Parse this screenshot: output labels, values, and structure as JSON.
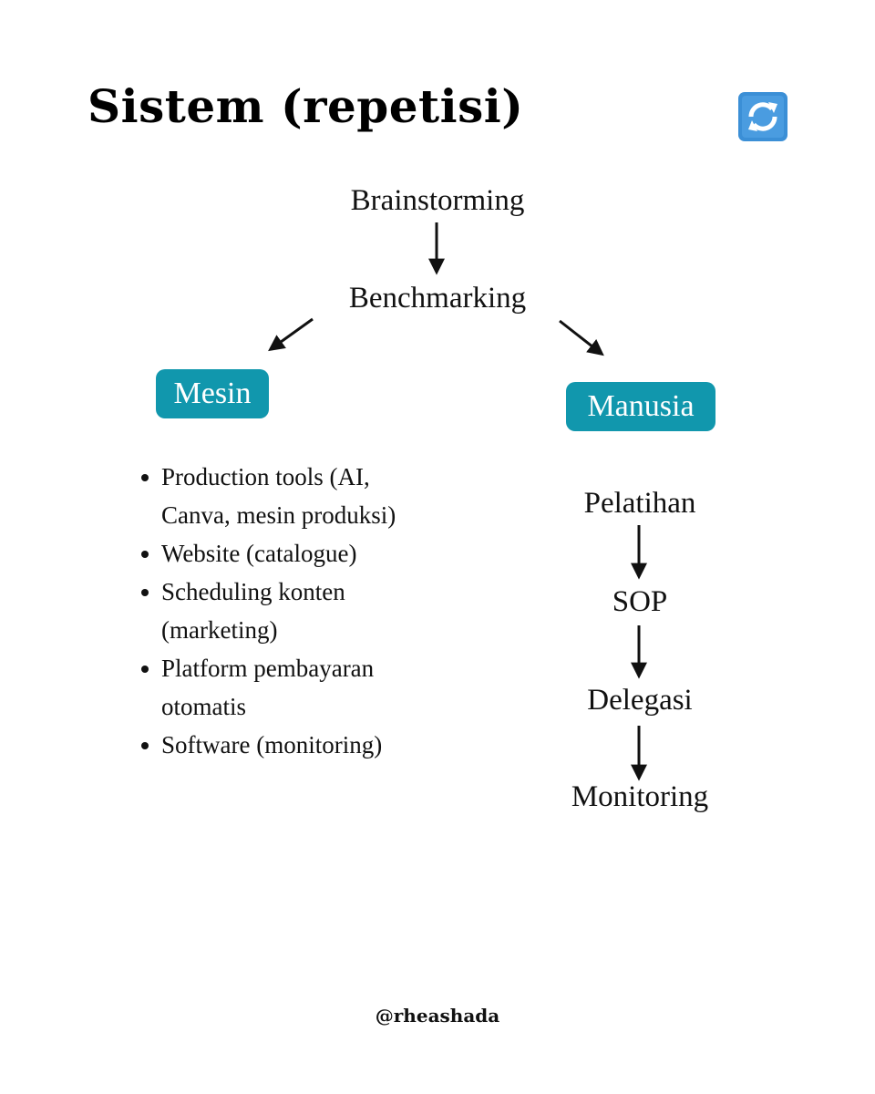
{
  "title": "Sistem (repetisi)",
  "icons": {
    "top_right": "refresh-icon"
  },
  "colors": {
    "accent": "#1197ad",
    "icon_blue": "#3b8fd6"
  },
  "flow": {
    "start": "Brainstorming",
    "second": "Benchmarking",
    "branches": {
      "left": "Mesin",
      "right": "Manusia"
    }
  },
  "mesin_items": [
    "Production tools (AI, Canva, mesin produksi)",
    "Website (catalogue)",
    "Scheduling konten (marketing)",
    "Platform pembayaran otomatis",
    "Software (monitoring)"
  ],
  "manusia_steps": [
    "Pelatihan",
    "SOP",
    "Delegasi",
    "Monitoring"
  ],
  "footer": {
    "handle": "@rheashada"
  }
}
